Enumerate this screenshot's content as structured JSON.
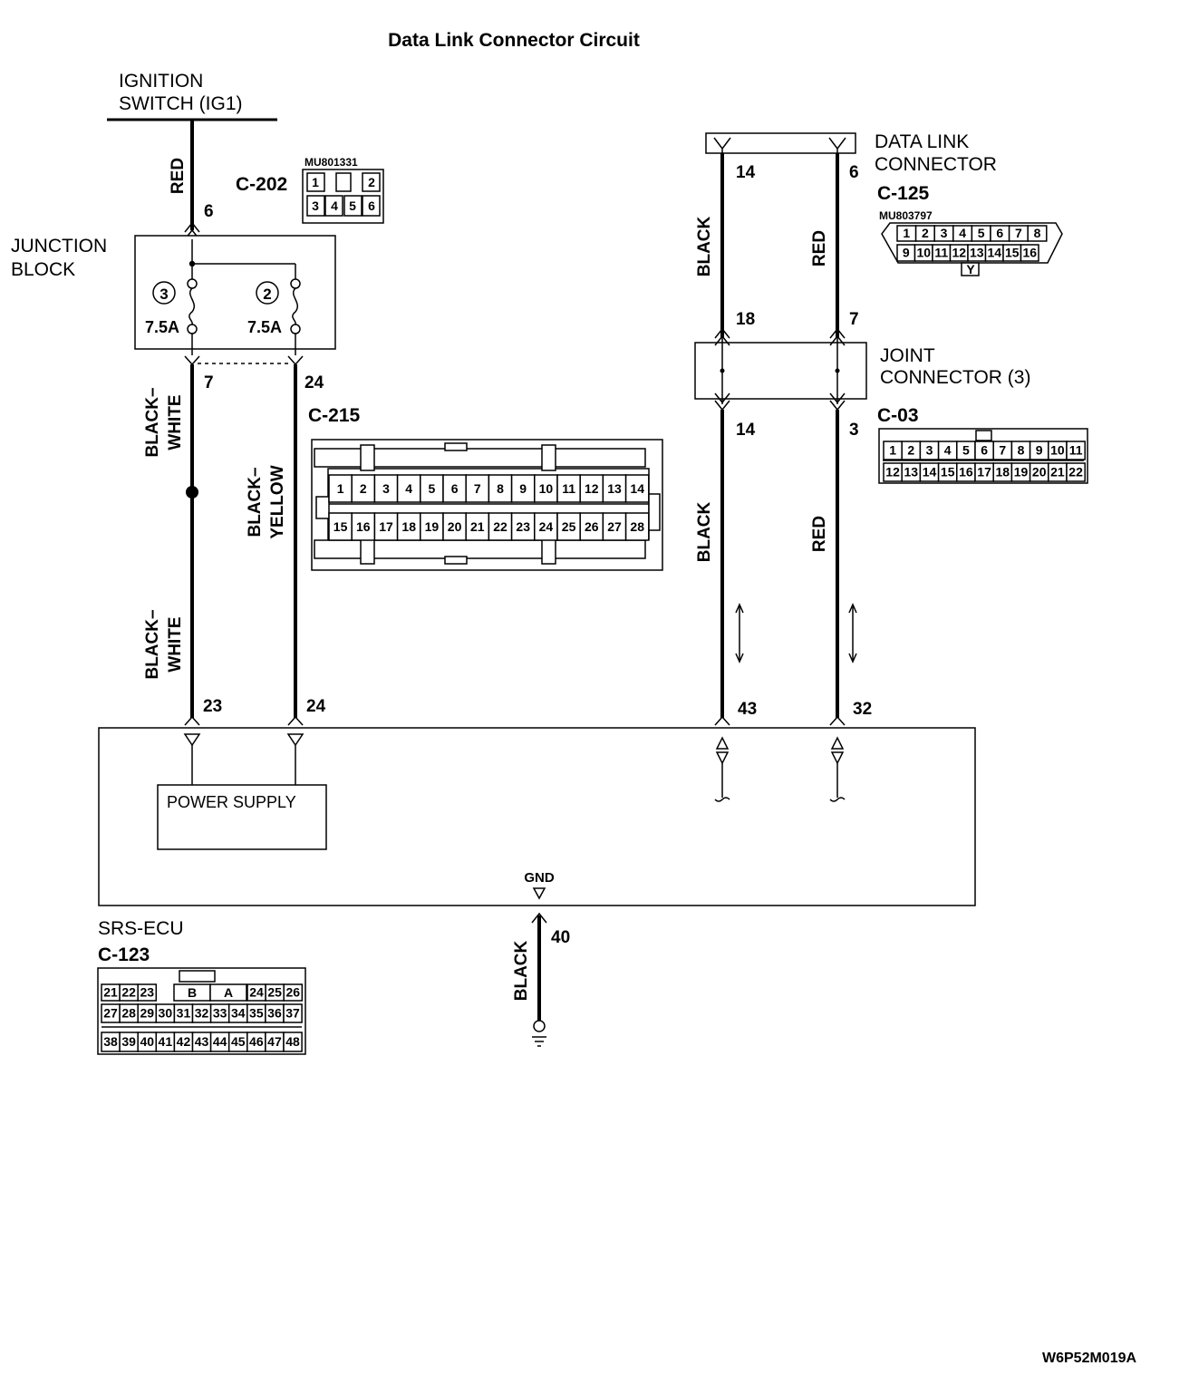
{
  "title": "Data Link Connector Circuit",
  "figure_id": "W6P52M019A",
  "ignition": {
    "line1": "IGNITION",
    "line2": "SWITCH (IG1)"
  },
  "wires": {
    "red": "RED",
    "black": "BLACK",
    "black_white_1": "BLACK–",
    "black_white_2": "WHITE",
    "black_yellow_1": "BLACK–",
    "black_yellow_2": "YELLOW"
  },
  "junction_block": {
    "line1": "JUNCTION",
    "line2": "BLOCK",
    "fuse_a_num": "3",
    "fuse_b_num": "2",
    "fuse_a_rating": "7.5A",
    "fuse_b_rating": "7.5A"
  },
  "connectors": {
    "c202": {
      "id": "C-202",
      "part": "MU801331",
      "pins": [
        "1",
        "",
        "2",
        "3",
        "4",
        "5",
        "6"
      ]
    },
    "c215": {
      "id": "C-215",
      "row1": [
        "1",
        "2",
        "3",
        "4",
        "5",
        "6",
        "7",
        "8",
        "9",
        "10",
        "11",
        "12",
        "13",
        "14"
      ],
      "row2": [
        "15",
        "16",
        "17",
        "18",
        "19",
        "20",
        "21",
        "22",
        "23",
        "24",
        "25",
        "26",
        "27",
        "28"
      ]
    },
    "c125": {
      "id": "C-125",
      "part": "MU803797",
      "line1": "DATA LINK",
      "line2": "CONNECTOR",
      "row1": [
        "1",
        "2",
        "3",
        "4",
        "5",
        "6",
        "7",
        "8"
      ],
      "row2": [
        "9",
        "10",
        "11",
        "12",
        "13",
        "14",
        "15",
        "16"
      ],
      "key": "Y"
    },
    "c03": {
      "id": "C-03",
      "line1": "JOINT",
      "line2": "CONNECTOR (3)",
      "row1": [
        "1",
        "2",
        "3",
        "4",
        "5",
        "6",
        "7",
        "8",
        "9",
        "10",
        "11"
      ],
      "row2": [
        "12",
        "13",
        "14",
        "15",
        "16",
        "17",
        "18",
        "19",
        "20",
        "21",
        "22"
      ]
    },
    "c123": {
      "id": "C-123",
      "name": "SRS-ECU",
      "row1_left": [
        "21",
        "22",
        "23"
      ],
      "row1_mid": [
        "B",
        "A"
      ],
      "row1_right": [
        "24",
        "25",
        "26"
      ],
      "row2": [
        "27",
        "28",
        "29",
        "30",
        "31",
        "32",
        "33",
        "34",
        "35",
        "36",
        "37"
      ],
      "row3": [
        "38",
        "39",
        "40",
        "41",
        "42",
        "43",
        "44",
        "45",
        "46",
        "47",
        "48"
      ]
    }
  },
  "pin_numbers": {
    "ig_to_jb": "6",
    "jb_out_left": "7",
    "jb_out_right": "24",
    "ecu_left": "23",
    "ecu_right": "24",
    "dlc_black": "14",
    "dlc_red": "6",
    "jc_in_black": "18",
    "jc_in_red": "7",
    "jc_out_black": "14",
    "jc_out_red": "3",
    "ecu_black": "43",
    "ecu_red": "32",
    "gnd": "40"
  },
  "ecu": {
    "power_supply": "POWER SUPPLY",
    "gnd": "GND"
  }
}
